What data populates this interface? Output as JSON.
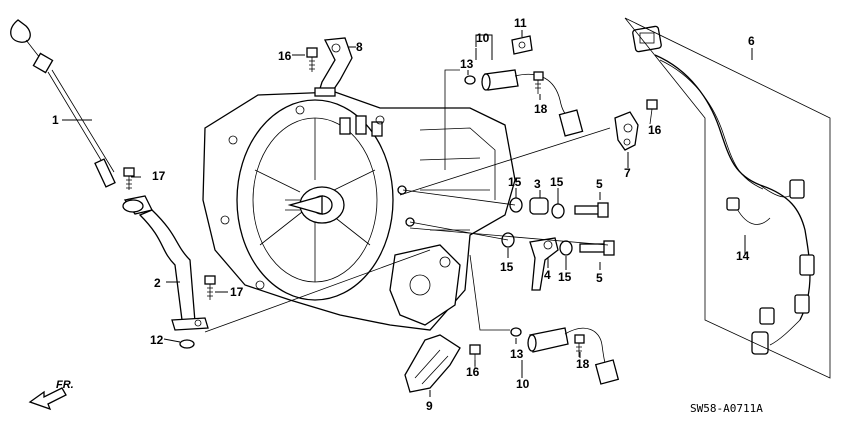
{
  "diagram": {
    "code": "SW58-A0711A",
    "direction_label": "FR.",
    "callouts": [
      {
        "id": "c1",
        "label": "1"
      },
      {
        "id": "c2",
        "label": "2"
      },
      {
        "id": "c3",
        "label": "3"
      },
      {
        "id": "c4",
        "label": "4"
      },
      {
        "id": "c5a",
        "label": "5"
      },
      {
        "id": "c5b",
        "label": "5"
      },
      {
        "id": "c6",
        "label": "6"
      },
      {
        "id": "c7",
        "label": "7"
      },
      {
        "id": "c8",
        "label": "8"
      },
      {
        "id": "c9",
        "label": "9"
      },
      {
        "id": "c10a",
        "label": "10"
      },
      {
        "id": "c10b",
        "label": "10"
      },
      {
        "id": "c11",
        "label": "11"
      },
      {
        "id": "c12",
        "label": "12"
      },
      {
        "id": "c13a",
        "label": "13"
      },
      {
        "id": "c13b",
        "label": "13"
      },
      {
        "id": "c14",
        "label": "14"
      },
      {
        "id": "c15a",
        "label": "15"
      },
      {
        "id": "c15b",
        "label": "15"
      },
      {
        "id": "c15c",
        "label": "15"
      },
      {
        "id": "c15d",
        "label": "15"
      },
      {
        "id": "c16a",
        "label": "16"
      },
      {
        "id": "c16b",
        "label": "16"
      },
      {
        "id": "c16c",
        "label": "16"
      },
      {
        "id": "c17a",
        "label": "17"
      },
      {
        "id": "c17b",
        "label": "17"
      },
      {
        "id": "c18a",
        "label": "18"
      },
      {
        "id": "c18b",
        "label": "18"
      }
    ]
  }
}
